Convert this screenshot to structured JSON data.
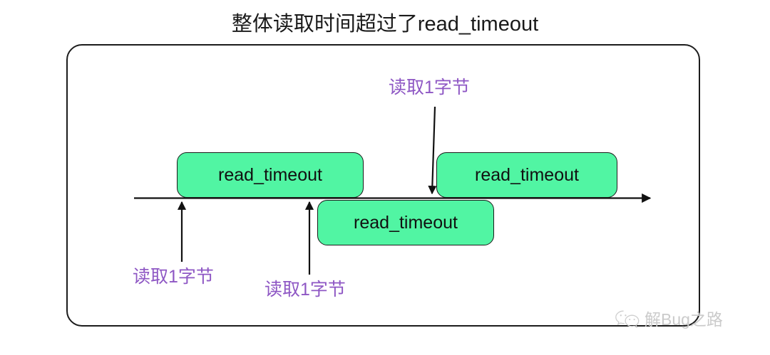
{
  "diagram": {
    "title": "整体读取时间超过了read_timeout",
    "colors": {
      "box_fill": "#51F5A3",
      "stroke": "#1B1B1B",
      "annotation": "#8E57C4",
      "title": "#1A1A1A",
      "watermark": "#CDCDCD",
      "background": "#FFFFFF"
    },
    "timeline": {
      "name": "time-axis",
      "direction": "left-to-right"
    },
    "boxes": [
      {
        "id": "tbox-1",
        "label": "read_timeout"
      },
      {
        "id": "tbox-2",
        "label": "read_timeout"
      },
      {
        "id": "tbox-3",
        "label": "read_timeout"
      }
    ],
    "annotations": [
      {
        "id": "label-read-top",
        "text": "读取1字节",
        "points": "down-to-timeline"
      },
      {
        "id": "label-read-left",
        "text": "读取1字节",
        "points": "up-to-timeline"
      },
      {
        "id": "label-read-mid",
        "text": "读取1字节",
        "points": "up-to-timeline"
      }
    ],
    "watermark": {
      "icon": "wechat-icon",
      "text": "解Bug之路"
    }
  }
}
